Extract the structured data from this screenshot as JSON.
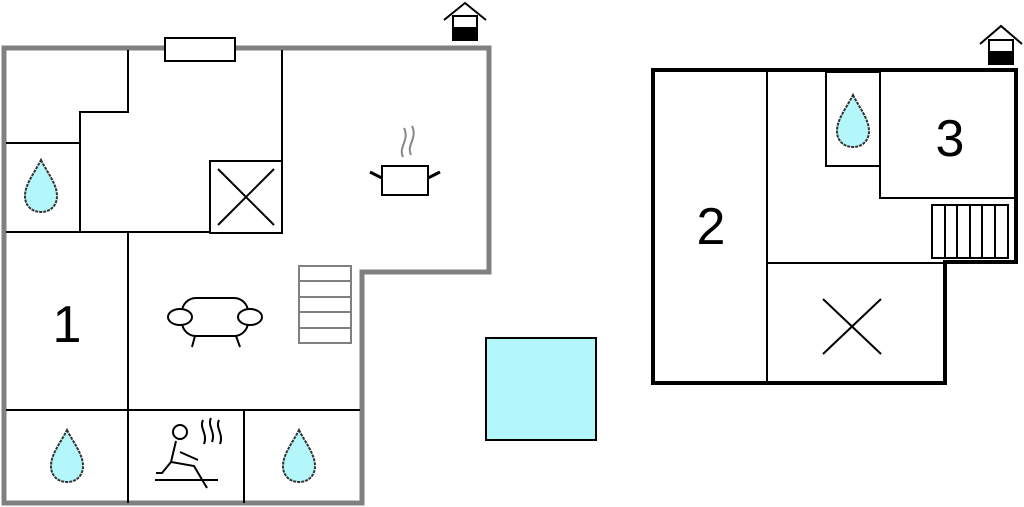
{
  "floors": [
    {
      "id": "ground",
      "rooms": [
        {
          "id": "bedroom-1",
          "label": "1",
          "type": "bedroom"
        },
        {
          "id": "bathroom-upper-left",
          "type": "bathroom",
          "icon": "water-drop-icon"
        },
        {
          "id": "entrance-hall",
          "type": "hall"
        },
        {
          "id": "void",
          "type": "void",
          "icon": "cross-icon"
        },
        {
          "id": "kitchen",
          "type": "kitchen",
          "icon": "cooking-pot-icon"
        },
        {
          "id": "living-room",
          "type": "living",
          "icon": "sofa-icon"
        },
        {
          "id": "stairs-ground",
          "type": "stairs",
          "icon": "stairs-icon"
        },
        {
          "id": "bathroom-bottom-left",
          "type": "bathroom",
          "icon": "water-drop-icon"
        },
        {
          "id": "sauna",
          "type": "sauna",
          "icon": "sauna-icon"
        },
        {
          "id": "bathroom-bottom-right",
          "type": "bathroom",
          "icon": "water-drop-icon"
        }
      ],
      "marker_icon": "house-icon"
    },
    {
      "id": "upper",
      "rooms": [
        {
          "id": "bedroom-2",
          "label": "2",
          "type": "bedroom"
        },
        {
          "id": "bathroom-upper",
          "type": "bathroom",
          "icon": "water-drop-icon"
        },
        {
          "id": "bedroom-3",
          "label": "3",
          "type": "bedroom"
        },
        {
          "id": "stairs-upper",
          "type": "stairs",
          "icon": "stairs-icon"
        },
        {
          "id": "void-upper",
          "type": "void",
          "icon": "cross-icon"
        }
      ],
      "marker_icon": "house-icon"
    }
  ],
  "pool": {
    "icon": "pool",
    "color": "#b3f7fb"
  },
  "colors": {
    "ground_outline": "#808080",
    "upper_outline": "#000000",
    "water": "#b3f7fb",
    "wall": "#000000"
  }
}
